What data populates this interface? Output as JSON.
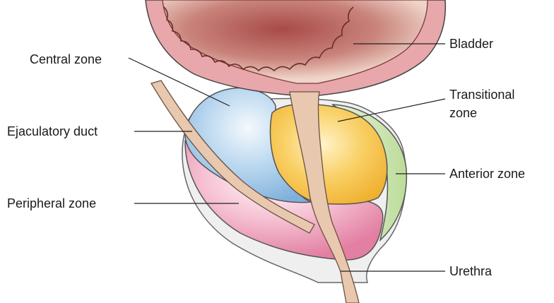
{
  "diagram": {
    "labels": {
      "bladder": "Bladder",
      "central_zone": "Central zone",
      "transitional_zone_line1": "Transitional",
      "transitional_zone_line2": "zone",
      "ejaculatory_duct": "Ejaculatory duct",
      "anterior_zone": "Anterior zone",
      "peripheral_zone": "Peripheral zone",
      "urethra": "Urethra"
    },
    "colors": {
      "bladder_outer": "#e6a3a6",
      "bladder_inner": "#b85a55",
      "bladder_light": "#f1d2c8",
      "central_zone": "#9ec5e6",
      "transitional_zone": "#f7c24e",
      "anterior_zone": "#cfe6b4",
      "peripheral_zone": "#f2a9c2",
      "urethra": "#e9c8b0",
      "capsule": "#eeeeee",
      "outline": "#555555"
    }
  }
}
